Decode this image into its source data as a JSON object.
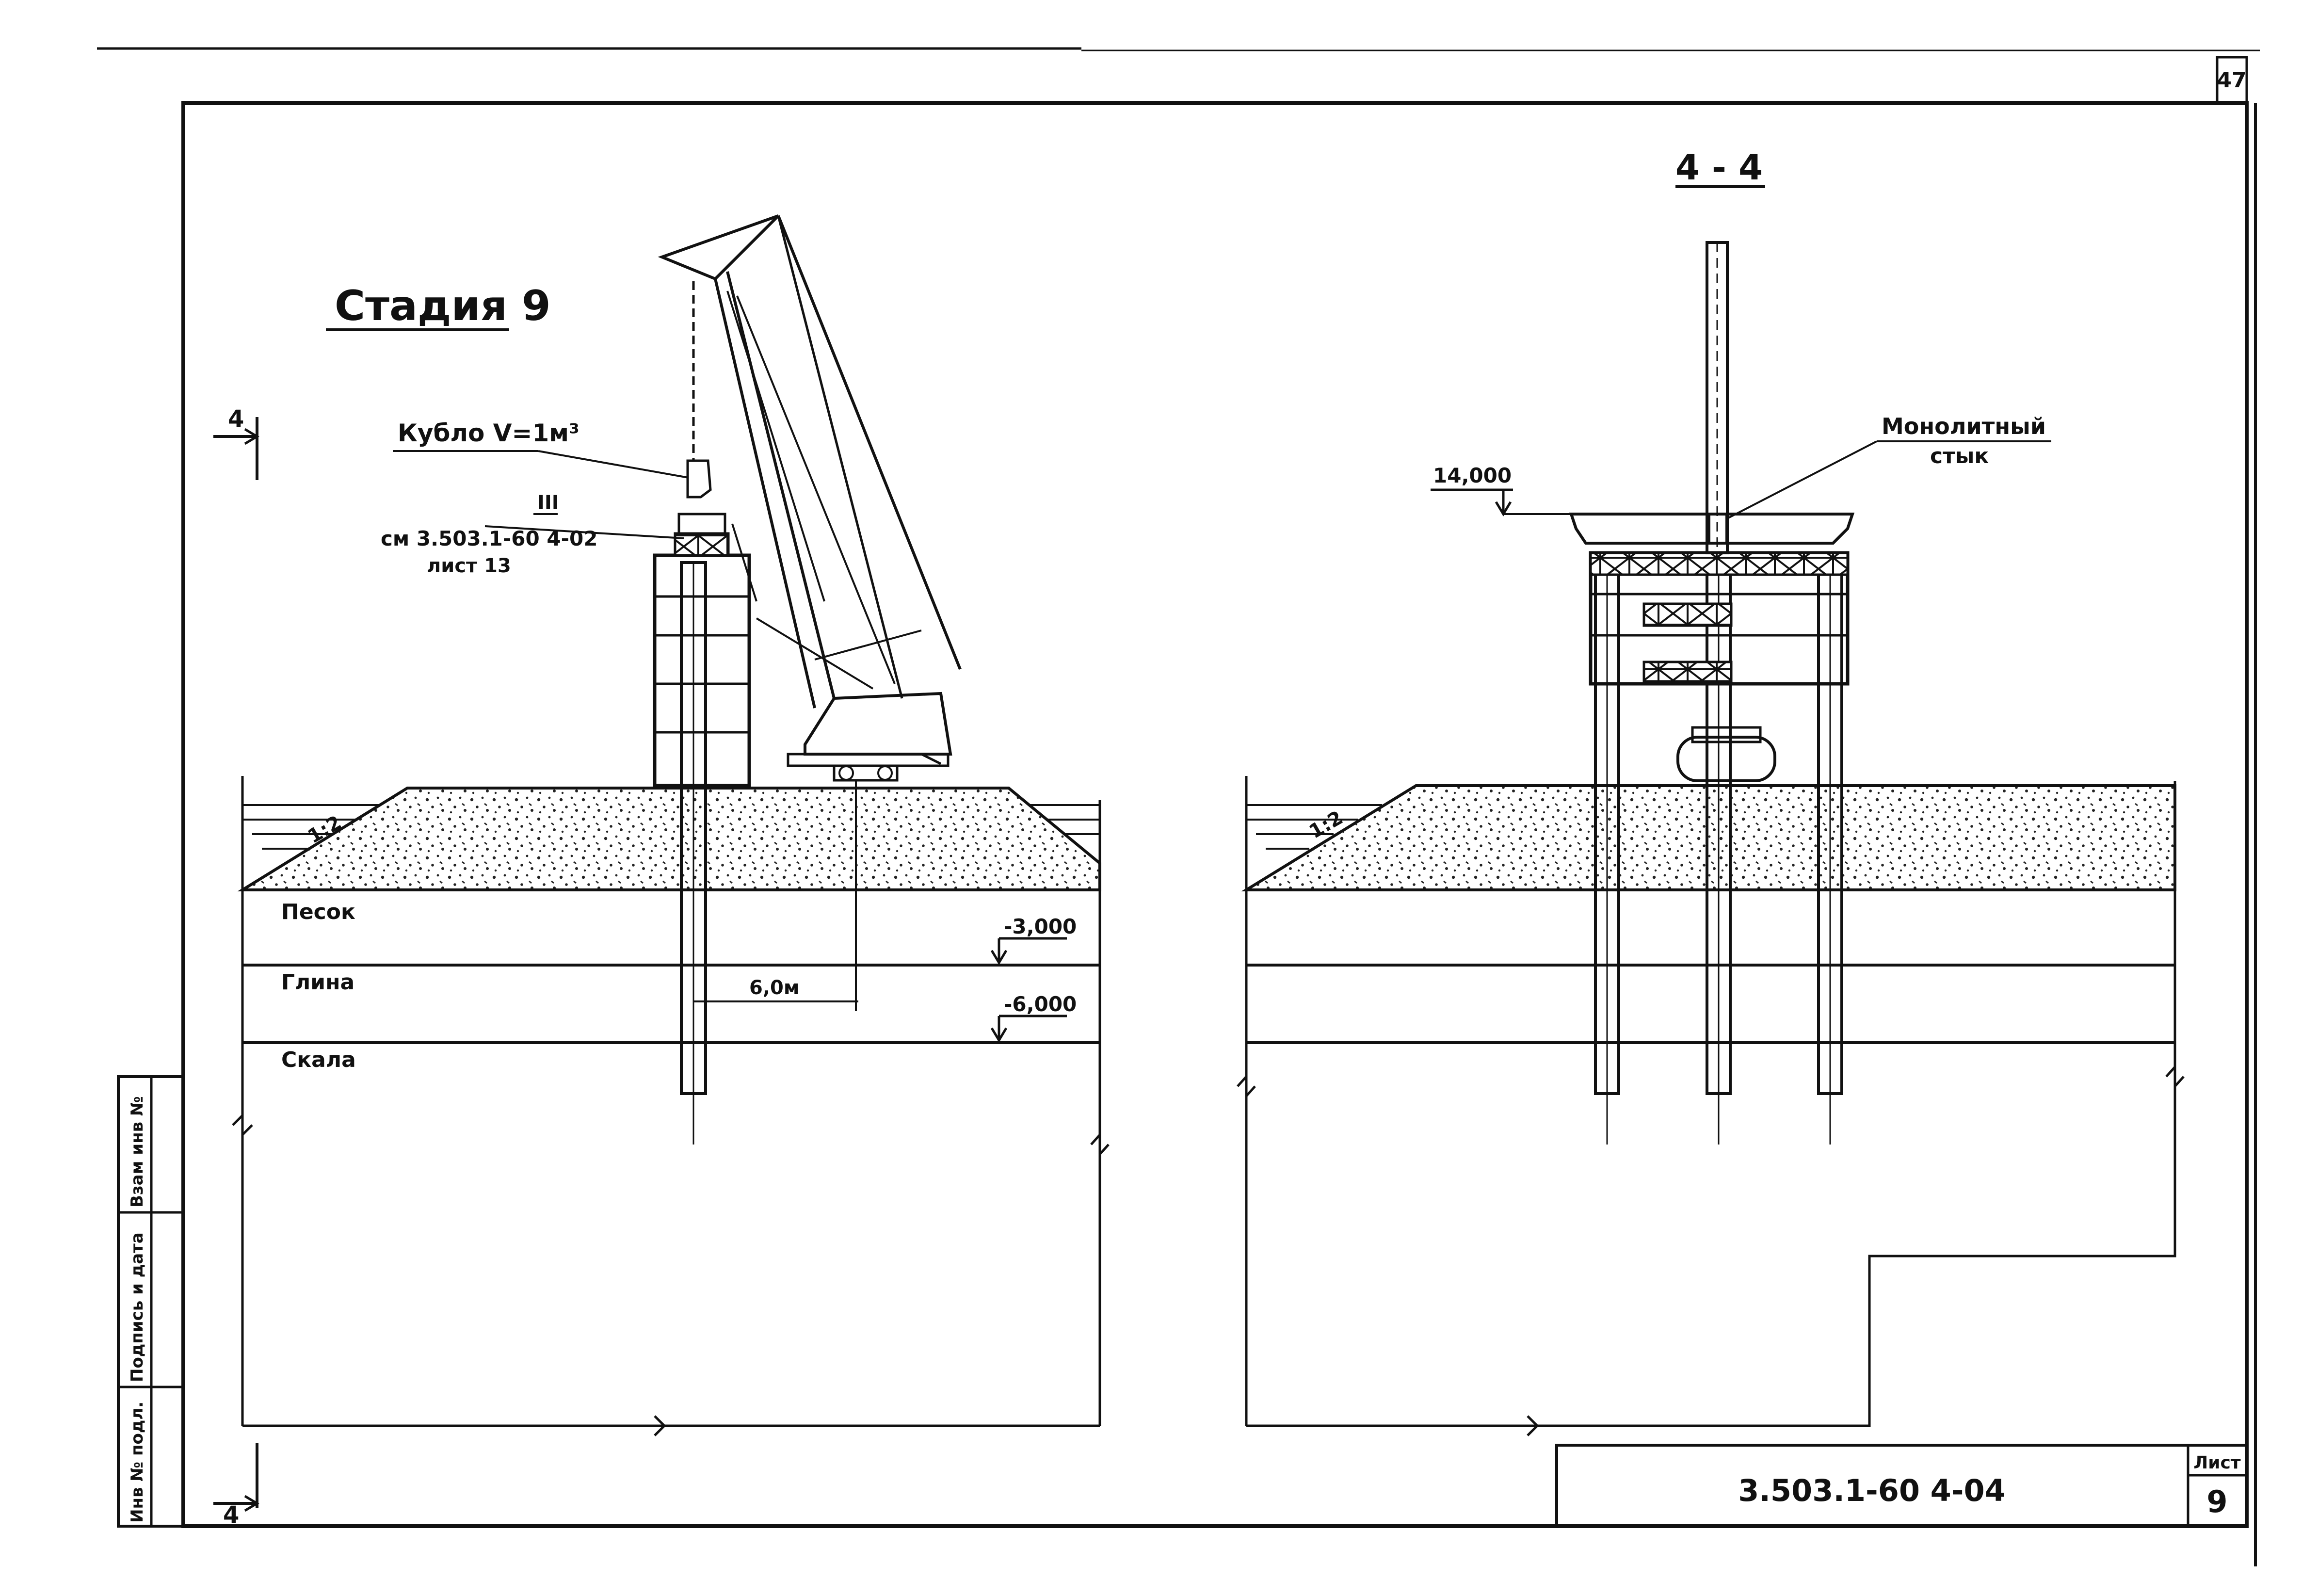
{
  "page_number": "47",
  "left_view": {
    "title": "Стадия 9",
    "section_marker": "4",
    "bucket_label": "Кубло V=1м³",
    "detail_marker": "III",
    "reference_line1": "см 3.503.1-60 4-02",
    "reference_line2": "лист 13",
    "slope_label": "1:2",
    "layers": [
      "Песок",
      "Глина",
      "Скала"
    ],
    "elevations": [
      "-3,000",
      "-6,000"
    ],
    "reach_dimension": "6,0м"
  },
  "right_view": {
    "title": "4 - 4",
    "top_elevation": "14,000",
    "joint_label_line1": "Монолитный",
    "joint_label_line2": "стык",
    "slope_label": "1:2"
  },
  "title_block": {
    "document_code": "3.503.1-60 4-04",
    "sheet_label": "Лист",
    "sheet_number": "9"
  },
  "side_stamp": {
    "fields": [
      "Инв № подл.",
      "Подпись и дата",
      "Взам инв №"
    ]
  }
}
